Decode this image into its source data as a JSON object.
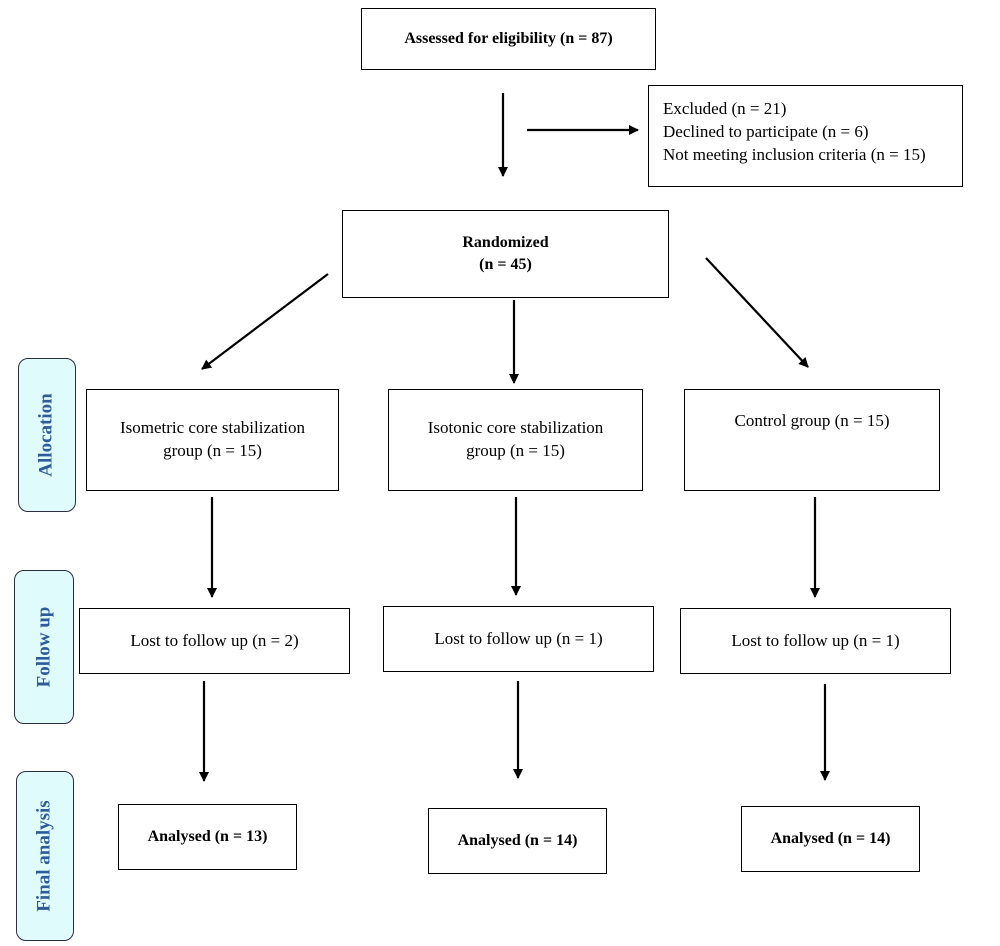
{
  "top": {
    "assessed": "Assessed for eligibility (n = 87)"
  },
  "excluded": {
    "line1": "Excluded (n = 21)",
    "line2": "Declined to participate (n = 6)",
    "line3": "Not meeting inclusion criteria (n = 15)"
  },
  "randomized": {
    "title": "Randomized",
    "count": "(n = 45)"
  },
  "stages": {
    "allocation": "Allocation",
    "follow_up": "Follow up",
    "final_analysis": "Final analysis"
  },
  "groups": [
    {
      "allocation_line1": "Isometric core stabilization",
      "allocation_line2": "group (n = 15)",
      "lost": "Lost to follow up (n = 2)",
      "analysed": "Analysed (n = 13)"
    },
    {
      "allocation_line1": "Isotonic core stabilization",
      "allocation_line2": "group (n = 15)",
      "lost": "Lost to follow up (n = 1)",
      "analysed": "Analysed (n = 14)"
    },
    {
      "allocation_line1": "Control group (n = 15)",
      "allocation_line2": "",
      "lost": "Lost to follow up (n = 1)",
      "analysed": "Analysed (n = 14)"
    }
  ]
}
